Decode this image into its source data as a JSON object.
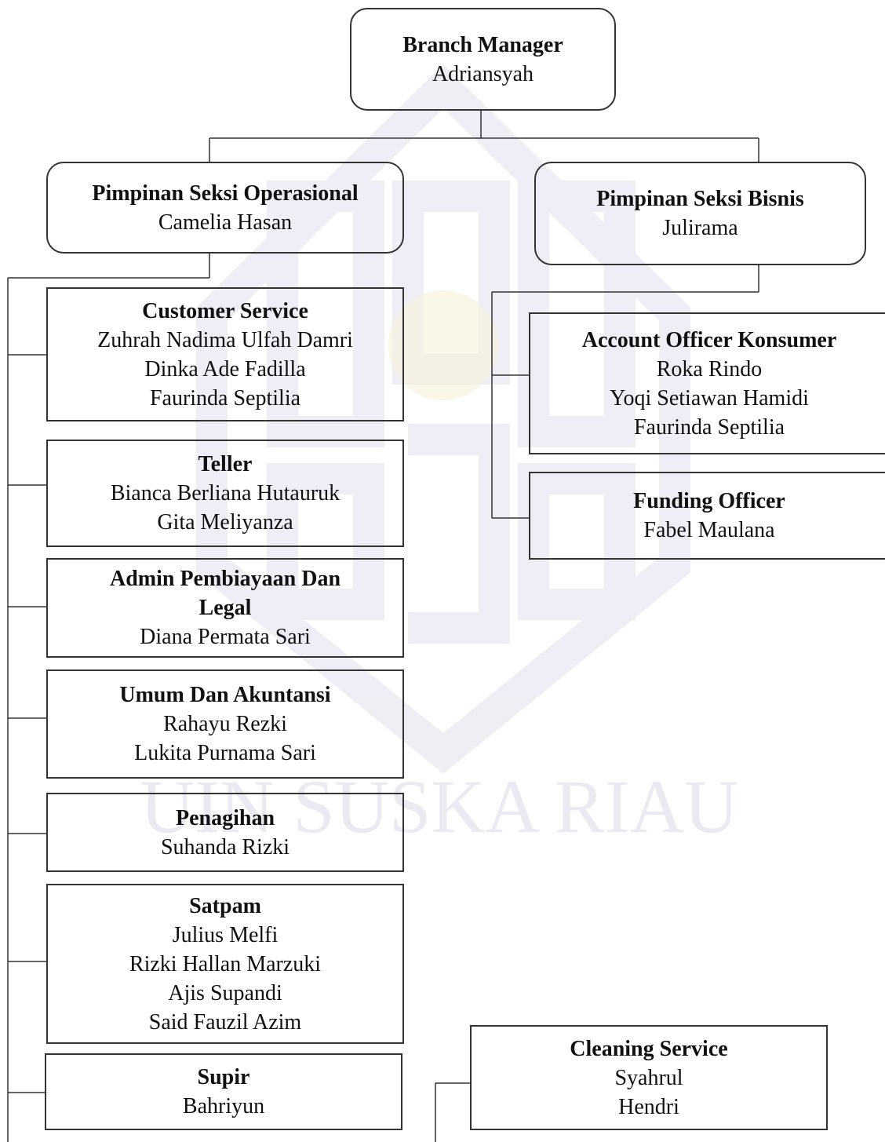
{
  "watermark_text": "UIN SUSKA RIAU",
  "colors": {
    "line": "#333333",
    "watermark": "#ece9f3",
    "watermark_accent": "#f4efd6"
  },
  "manager": {
    "title": "Branch Manager",
    "people": [
      "Adriansyah"
    ]
  },
  "operasional": {
    "title": "Pimpinan Seksi Operasional",
    "people": [
      "Camelia Hasan"
    ]
  },
  "bisnis": {
    "title": "Pimpinan Seksi Bisnis",
    "people": [
      "Julirama"
    ]
  },
  "customer_service": {
    "title": "Customer Service",
    "people": [
      "Zuhrah Nadima Ulfah Damri",
      "Dinka Ade Fadilla",
      "Faurinda Septilia"
    ]
  },
  "teller": {
    "title": "Teller",
    "people": [
      "Bianca Berliana Hutauruk",
      "Gita Meliyanza"
    ]
  },
  "admin": {
    "title": "Admin Pembiayaan Dan Legal",
    "people": [
      "Diana Permata Sari"
    ]
  },
  "umum": {
    "title": "Umum Dan Akuntansi",
    "people": [
      "Rahayu Rezki",
      "Lukita Purnama Sari"
    ]
  },
  "penagihan": {
    "title": "Penagihan",
    "people": [
      "Suhanda Rizki"
    ]
  },
  "satpam": {
    "title": "Satpam",
    "people": [
      "Julius Melfi",
      "Rizki Hallan Marzuki",
      "Ajis Supandi",
      "Said Fauzil Azim"
    ]
  },
  "supir": {
    "title": "Supir",
    "people": [
      "Bahriyun"
    ]
  },
  "account_officer": {
    "title": "Account Officer Konsumer",
    "people": [
      "Roka Rindo",
      "Yoqi Setiawan Hamidi",
      "Faurinda Septilia"
    ]
  },
  "funding_officer": {
    "title": "Funding Officer",
    "people": [
      "Fabel Maulana"
    ]
  },
  "cleaning_service": {
    "title": "Cleaning Service",
    "people": [
      "Syahrul",
      "Hendri"
    ]
  }
}
